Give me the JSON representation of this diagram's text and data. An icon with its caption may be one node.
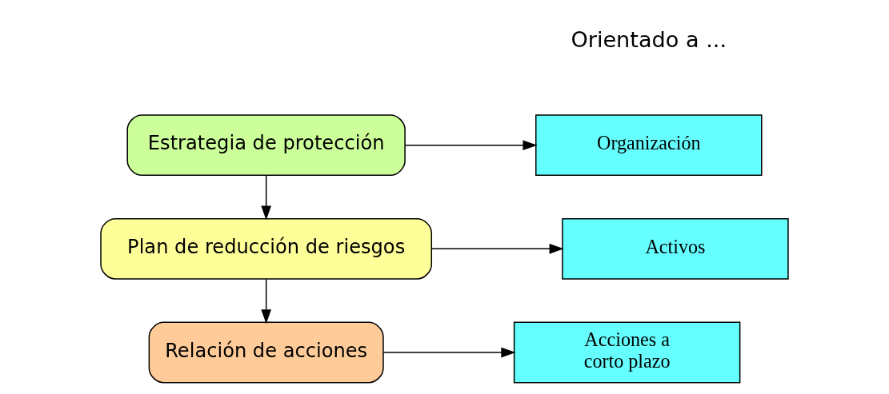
{
  "diagram": {
    "nodes": [
      {
        "text": [
          "Estrategia de protección"
        ]
      },
      {
        "text": [
          "Plan de reducción de riesgos"
        ]
      },
      {
        "text": [
          "Relación de acciones"
        ]
      },
      {
        "text": [
          "Organización"
        ]
      },
      {
        "text": [
          "Activos"
        ]
      },
      {
        "text": [
          "Acciones a corto plazo"
        ]
      }
    ],
    "edges": [
      {
        "from": 0,
        "to": 3,
        "arrow": "to"
      },
      {
        "from": 0,
        "to": 1,
        "arrow": "to"
      },
      {
        "from": 1,
        "to": 4,
        "arrow": "to"
      },
      {
        "from": 1,
        "to": 2,
        "arrow": "to"
      },
      {
        "from": 2,
        "to": 5,
        "arrow": "to"
      }
    ],
    "labels": [
      "Orientado a ..."
    ]
  }
}
